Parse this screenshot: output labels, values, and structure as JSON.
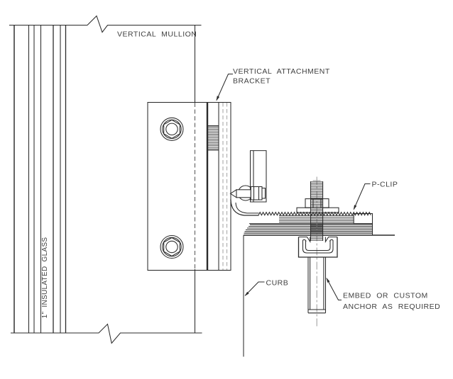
{
  "drawing": {
    "labels": {
      "vertical_mullion": "VERTICAL MULLION",
      "vertical_attachment_bracket_line1": "VERTICAL ATTACHMENT",
      "vertical_attachment_bracket_line2": "BRACKET",
      "p_clip": "P-CLIP",
      "curb": "CURB",
      "embed_line1": "EMBED OR CUSTOM",
      "embed_line2": "ANCHOR AS REQUIRED",
      "insulated_glass": "1\" INSULATED GLASS"
    },
    "colors": {
      "line": "#2b2b2b",
      "hidden_line": "#5a5a5a",
      "dashed_gray": "#b0b0b0",
      "centerline": "#9a9a9a",
      "text": "#404040",
      "background": "#ffffff"
    }
  }
}
